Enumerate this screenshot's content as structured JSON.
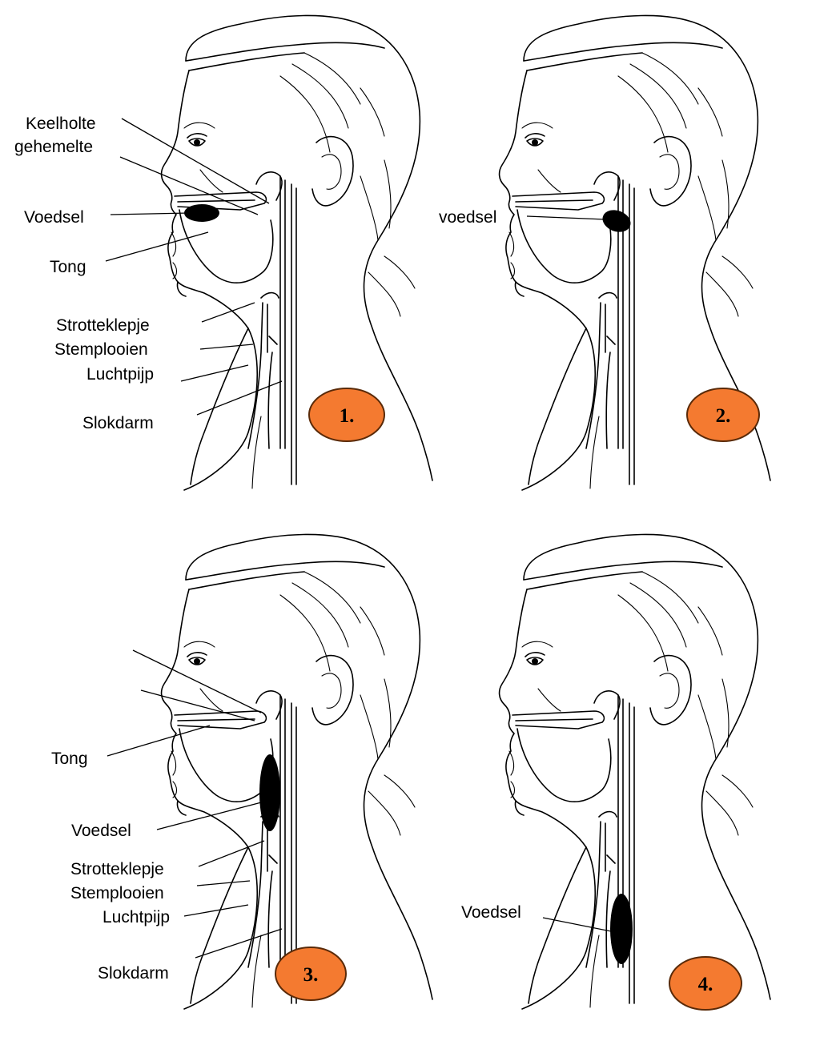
{
  "panels": [
    {
      "number": "1.",
      "labels": {
        "keelholte": "Keelholte",
        "gehemelte": "gehemelte",
        "voedsel": "Voedsel",
        "tong": "Tong",
        "strotteklepje": "Strotteklepje",
        "stemplooien": "Stemplooien",
        "luchtpijp": "Luchtpijp",
        "slokdarm": "Slokdarm"
      }
    },
    {
      "number": "2.",
      "labels": {
        "voedsel": "voedsel"
      }
    },
    {
      "number": "3.",
      "labels": {
        "tong": "Tong",
        "voedsel": "Voedsel",
        "strotteklepje": "Strotteklepje",
        "stemplooien": "Stemplooien",
        "luchtpijp": "Luchtpijp",
        "slokdarm": "Slokdarm"
      }
    },
    {
      "number": "4.",
      "labels": {
        "voedsel": "Voedsel"
      }
    }
  ],
  "colors": {
    "badge_fill": "#f47a30",
    "badge_stroke": "#5a2a08",
    "food": "#000000",
    "outline": "#000000"
  }
}
